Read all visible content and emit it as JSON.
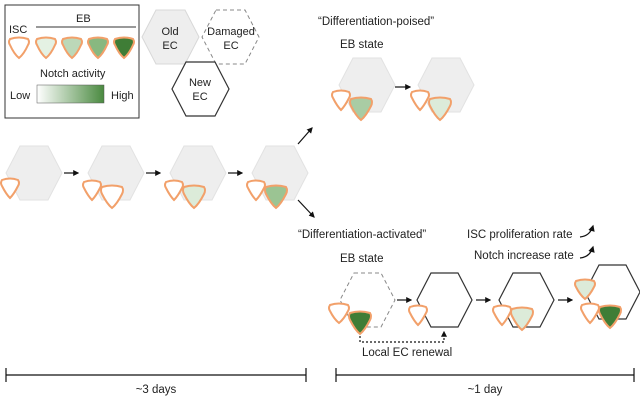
{
  "legend": {
    "isc_label": "ISC",
    "eb_label": "EB",
    "old_ec": [
      "Old",
      "EC"
    ],
    "damaged_ec": [
      "Damaged",
      "EC"
    ],
    "new_ec": [
      "New",
      "EC"
    ],
    "notch_label": "Notch activity",
    "low": "Low",
    "high": "High"
  },
  "top": {
    "title": "“Differentiation-poised”",
    "state": "EB state"
  },
  "bottom": {
    "title": "“Differentiation-activated”",
    "state": "EB state",
    "renewal": "Local EC renewal",
    "isc_rate": "ISC proliferation rate",
    "notch_rate": "Notch increase rate"
  },
  "timeline": {
    "left": "~3 days",
    "right": "~1 day"
  },
  "colors": {
    "cell_outline": "#f2a06a",
    "old_ec_fill": "#eeeeee",
    "ec_outline_light": "#d2d2d2",
    "ec_outline_dark": "#333333",
    "notch_low": "#e4f1e3",
    "notch_mid": "#a9cca4",
    "notch_high": "#4a8a40"
  }
}
